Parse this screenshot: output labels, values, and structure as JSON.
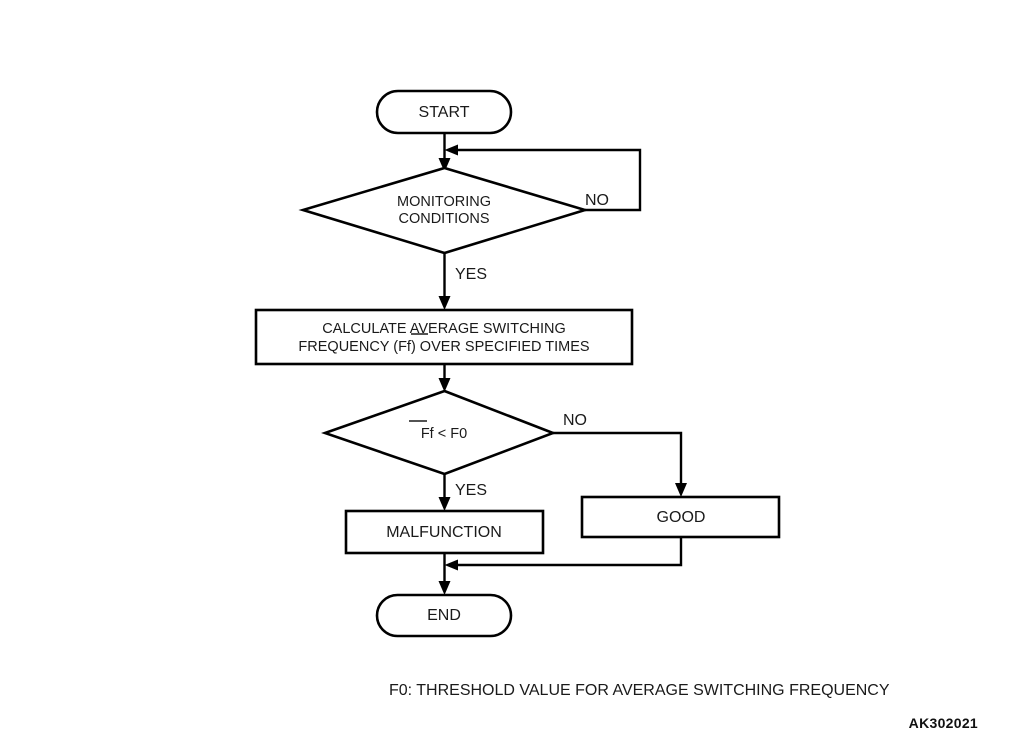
{
  "diagram": {
    "title_code": "AK302021",
    "legend": "F0: THRESHOLD VALUE FOR AVERAGE SWITCHING FREQUENCY",
    "nodes": {
      "start": {
        "label": "START",
        "shape": "terminator"
      },
      "monitoring": {
        "label_line1": "MONITORING",
        "label_line2": "CONDITIONS",
        "shape": "decision"
      },
      "calculate": {
        "label_line1": "CALCULATE AVERAGE SWITCHING",
        "label_line2_pre": "FREQUENCY (",
        "label_line2_var": "Ff",
        "label_line2_post": ") OVER SPECIFIED TIMES",
        "shape": "process"
      },
      "compare": {
        "label_var": "Ff",
        "label_rest": " < F0",
        "shape": "decision"
      },
      "malfunction": {
        "label": "MALFUNCTION",
        "shape": "process"
      },
      "good": {
        "label": "GOOD",
        "shape": "process"
      },
      "end": {
        "label": "END",
        "shape": "terminator"
      }
    },
    "branch_labels": {
      "monitoring_no": "NO",
      "monitoring_yes": "YES",
      "compare_no": "NO",
      "compare_yes": "YES"
    },
    "colors": {
      "stroke": "#000000",
      "fill": "#ffffff",
      "text": "#1a1a1a"
    }
  }
}
